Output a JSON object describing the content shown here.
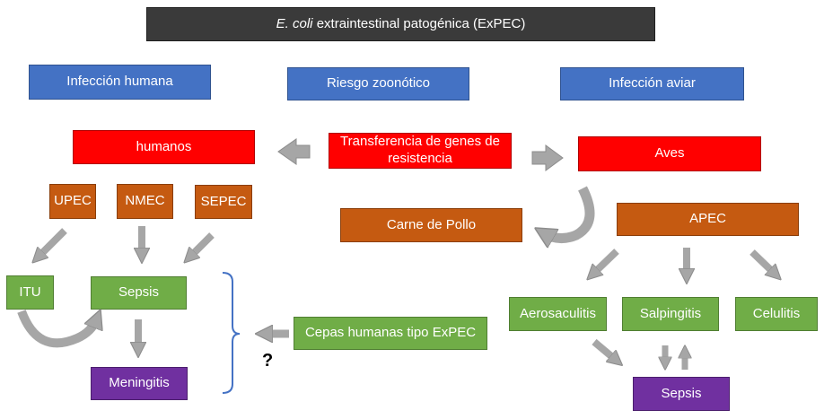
{
  "title": {
    "italic": "E. coli",
    "rest": " extraintestinal patogénica (ExPEC)"
  },
  "categories": {
    "human_infection": "Infección humana",
    "zoonotic_risk": "Riesgo zoonótico",
    "avian_infection": "Infección aviar"
  },
  "hosts": {
    "humans": "humanos",
    "gene_transfer": "Transferencia de genes de resistencia",
    "birds": "Aves"
  },
  "human_pathotypes": [
    "UPEC",
    "NMEC",
    "SEPEC"
  ],
  "chicken_meat": "Carne de Pollo",
  "apec": "APEC",
  "human_diseases": {
    "itu": "ITU",
    "sepsis": "Sepsis",
    "meningitis": "Meningitis"
  },
  "human_like_strains": "Cepas humanas tipo ExPEC",
  "question_mark": "?",
  "avian_diseases": {
    "aerosacculitis": "Aerosaculitis",
    "salpingitis": "Salpingitis",
    "cellulitis": "Celulitis",
    "sepsis": "Sepsis"
  },
  "colors": {
    "title": "#3a3a3a",
    "category": "#4472c4",
    "host": "#ff0000",
    "pathotype": "#c55a11",
    "disease": "#70ad47",
    "severe_disease": "#7030a0",
    "arrow": "#a6a6a6",
    "bracket": "#4472c4"
  }
}
